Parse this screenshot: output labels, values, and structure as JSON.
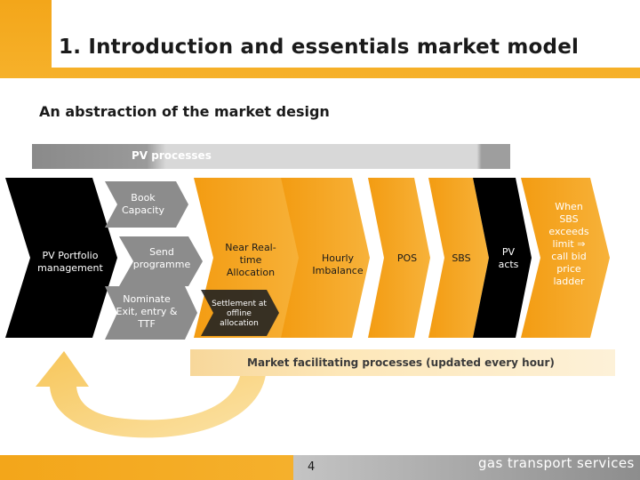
{
  "header": {
    "title": "1. Introduction and essentials market model",
    "subtitle": "An abstraction of the market design"
  },
  "pv_bar": {
    "label": "PV processes"
  },
  "flow": {
    "portfolio": "PV Portfolio management",
    "book_capacity": "Book Capacity",
    "send_programme": "Send programme",
    "nominate": "Nominate Exit, entry & TTF",
    "near_realtime": "Near Real-time Allocation",
    "settlement": "Settlement at offline allocation",
    "hourly_imbalance": "Hourly Imbalance",
    "pos": "POS",
    "sbs": "SBS",
    "pv_acts": "PV acts",
    "when_sbs": "When SBS exceeds limit ⇒ call bid price ladder"
  },
  "market_bar": {
    "label": "Market facilitating processes (updated every hour)"
  },
  "footer": {
    "page_number": "4",
    "company": "gas transport services"
  },
  "colors": {
    "accent_orange": "#f5a81e",
    "black": "#000000",
    "grey": "#8c8c8c"
  }
}
